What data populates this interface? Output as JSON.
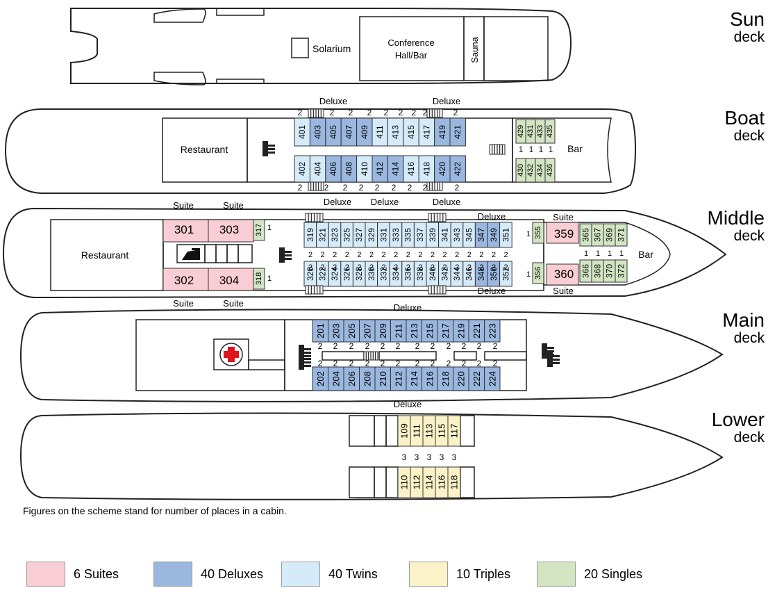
{
  "colors": {
    "suite": "#f8cdd3",
    "deluxe": "#9ab7df",
    "twin": "#d6ebf9",
    "triple": "#fbf3c7",
    "single": "#d3e5c3",
    "outline": "#222222",
    "cross": "#e0141c"
  },
  "decks": {
    "sun": {
      "title": "Sun",
      "sub": "deck",
      "solarium": "Solarium",
      "conference": "Conference Hall/Bar",
      "conference_l1": "Conference",
      "conference_l2": "Hall/Bar",
      "sauna": "Sauna"
    },
    "boat": {
      "title": "Boat",
      "sub": "deck",
      "restaurant": "Restaurant",
      "bar": "Bar",
      "deluxe_label": "Deluxe",
      "top_cabins": [
        {
          "n": "401",
          "t": "twin"
        },
        {
          "n": "403",
          "t": "deluxe"
        },
        {
          "n": "405",
          "t": "deluxe"
        },
        {
          "n": "407",
          "t": "deluxe"
        },
        {
          "n": "409",
          "t": "deluxe"
        },
        {
          "n": "411",
          "t": "twin"
        },
        {
          "n": "413",
          "t": "twin"
        },
        {
          "n": "415",
          "t": "twin"
        },
        {
          "n": "417",
          "t": "twin"
        },
        {
          "n": "419",
          "t": "deluxe"
        },
        {
          "n": "421",
          "t": "deluxe"
        }
      ],
      "bottom_cabins": [
        {
          "n": "402",
          "t": "twin"
        },
        {
          "n": "404",
          "t": "twin"
        },
        {
          "n": "406",
          "t": "deluxe"
        },
        {
          "n": "408",
          "t": "deluxe"
        },
        {
          "n": "410",
          "t": "twin"
        },
        {
          "n": "412",
          "t": "deluxe"
        },
        {
          "n": "414",
          "t": "deluxe"
        },
        {
          "n": "416",
          "t": "twin"
        },
        {
          "n": "418",
          "t": "twin"
        },
        {
          "n": "420",
          "t": "deluxe"
        },
        {
          "n": "422",
          "t": "deluxe"
        }
      ],
      "singles_top": [
        "429",
        "431",
        "433",
        "435"
      ],
      "singles_bottom": [
        "430",
        "432",
        "434",
        "436"
      ],
      "places_two": "2",
      "places_one": "1"
    },
    "middle": {
      "title": "Middle",
      "sub": "deck",
      "restaurant": "Restaurant",
      "bar": "Bar",
      "suite_label": "Suite",
      "deluxe_label": "Deluxe",
      "suites_top": [
        "301",
        "303"
      ],
      "suites_bottom": [
        "302",
        "304"
      ],
      "single_317": "317",
      "single_318": "318",
      "top_cabins": [
        {
          "n": "319",
          "t": "twin"
        },
        {
          "n": "321",
          "t": "twin"
        },
        {
          "n": "323",
          "t": "twin"
        },
        {
          "n": "325",
          "t": "twin"
        },
        {
          "n": "327",
          "t": "twin"
        },
        {
          "n": "329",
          "t": "twin"
        },
        {
          "n": "331",
          "t": "twin"
        },
        {
          "n": "333",
          "t": "twin"
        },
        {
          "n": "335",
          "t": "twin"
        },
        {
          "n": "337",
          "t": "twin"
        },
        {
          "n": "339",
          "t": "twin"
        },
        {
          "n": "341",
          "t": "twin"
        },
        {
          "n": "343",
          "t": "twin"
        },
        {
          "n": "345",
          "t": "twin"
        },
        {
          "n": "347",
          "t": "deluxe"
        },
        {
          "n": "349",
          "t": "deluxe"
        },
        {
          "n": "351",
          "t": "twin"
        }
      ],
      "bottom_cabins": [
        {
          "n": "320",
          "t": "twin"
        },
        {
          "n": "322",
          "t": "twin"
        },
        {
          "n": "324",
          "t": "twin"
        },
        {
          "n": "326",
          "t": "twin"
        },
        {
          "n": "328",
          "t": "twin"
        },
        {
          "n": "330",
          "t": "twin"
        },
        {
          "n": "332",
          "t": "twin"
        },
        {
          "n": "334",
          "t": "twin"
        },
        {
          "n": "336",
          "t": "twin"
        },
        {
          "n": "338",
          "t": "twin"
        },
        {
          "n": "340",
          "t": "twin"
        },
        {
          "n": "342",
          "t": "twin"
        },
        {
          "n": "344",
          "t": "twin"
        },
        {
          "n": "346",
          "t": "twin"
        },
        {
          "n": "348",
          "t": "deluxe"
        },
        {
          "n": "350",
          "t": "deluxe"
        },
        {
          "n": "352",
          "t": "twin"
        }
      ],
      "single_355": "355",
      "single_356": "356",
      "suite_359": "359",
      "suite_360": "360",
      "singles_top": [
        "365",
        "367",
        "369",
        "371"
      ],
      "singles_bottom": [
        "366",
        "368",
        "370",
        "372"
      ],
      "places_two": "2",
      "places_one": "1"
    },
    "main": {
      "title": "Main",
      "sub": "deck",
      "deluxe_label": "Deluxe",
      "top_cabins": [
        "201",
        "203",
        "205",
        "207",
        "209",
        "211",
        "213",
        "215",
        "217",
        "219",
        "221",
        "223"
      ],
      "bottom_cabins": [
        "202",
        "204",
        "206",
        "208",
        "210",
        "212",
        "214",
        "216",
        "218",
        "220",
        "222",
        "224"
      ],
      "places_two": "2"
    },
    "lower": {
      "title": "Lower",
      "sub": "deck",
      "top_cabins": [
        "109",
        "111",
        "113",
        "115",
        "117"
      ],
      "bottom_cabins": [
        "110",
        "112",
        "114",
        "116",
        "118"
      ],
      "places_three": "3"
    }
  },
  "note": "Figures on the scheme stand for number of places in a cabin.",
  "legend": [
    {
      "label": "6 Suites",
      "type": "suite"
    },
    {
      "label": "40 Deluxes",
      "type": "deluxe"
    },
    {
      "label": "40 Twins",
      "type": "twin"
    },
    {
      "label": "10 Triples",
      "type": "triple"
    },
    {
      "label": "20 Singles",
      "type": "single"
    }
  ]
}
